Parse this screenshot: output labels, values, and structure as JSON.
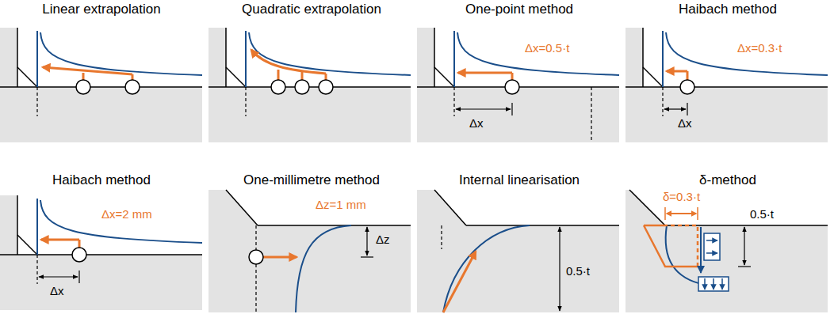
{
  "diagram": {
    "labels": [
      "Linear extrapolation",
      "Quadratic extrapolation",
      "One-point method",
      "Haibach method",
      "Haibach method",
      "One-millimetre method",
      "Internal linearisation",
      "δ-method",
      "Δx=0.5·t",
      "Δx",
      "Δx=0.3·t",
      "Δx",
      "Δx=2 mm",
      "Δx",
      "Δz=1 mm",
      "Δz",
      "0.5·t",
      "δ=0.3·t",
      "0.5·t"
    ]
  }
}
